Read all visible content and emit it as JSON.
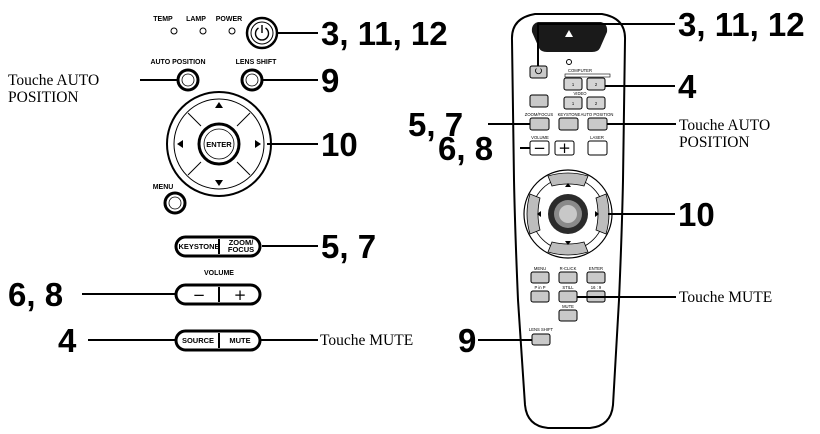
{
  "panel": {
    "indicator_temp": "TEMP",
    "indicator_lamp": "LAMP",
    "power_label": "POWER",
    "auto_position_label": "AUTO POSITION",
    "lens_shift_label": "LENS SHIFT",
    "enter_label": "ENTER",
    "menu_label": "MENU",
    "keystone_label": "KEYSTONE",
    "zoom_focus_line1": "ZOOM/",
    "zoom_focus_line2": "FOCUS",
    "volume_label": "VOLUME",
    "volume_minus": "−",
    "volume_plus": "+",
    "source_label": "SOURCE",
    "mute_label": "MUTE"
  },
  "remote": {
    "computer_label": "COMPUTER",
    "video_label": "VIDEO",
    "btn_1": "1",
    "btn_2": "2",
    "vid_1": "1",
    "vid_2": "2",
    "keystone_label": "KEYSTONE",
    "zoom_focus_label": "ZOOM/FOCUS",
    "auto_position_label": "AUTO POSITION",
    "volume_label": "VOLUME",
    "vol_minus": "−",
    "vol_plus": "+",
    "laser_label": "LASER",
    "menu_label": "MENU",
    "rclick_label": "R-CLICK",
    "enter_label": "ENTER",
    "pinp_label": "P in P",
    "still_label": "STILL",
    "ratio_label": "16 : 9",
    "mute_label": "MUTE",
    "lens_shift_label": "LENS SHIFT"
  },
  "callouts": {
    "panel_power": "3, 11, 12",
    "panel_lens_shift": "9",
    "panel_auto_position_line1": "Touche AUTO",
    "panel_auto_position_line2": "POSITION",
    "panel_enter": "10",
    "panel_keystone_zoom": "5, 7",
    "panel_volume": "6, 8",
    "panel_source": "4",
    "panel_mute": "Touche MUTE",
    "remote_power": "3, 11, 12",
    "remote_source": "4",
    "remote_keystone_zoom": "5, 7",
    "remote_volume": "6, 8",
    "remote_auto_position_line1": "Touche AUTO",
    "remote_auto_position_line2": "POSITION",
    "remote_dpad": "10",
    "remote_mute": "Touche MUTE",
    "remote_lens_shift": "9"
  }
}
